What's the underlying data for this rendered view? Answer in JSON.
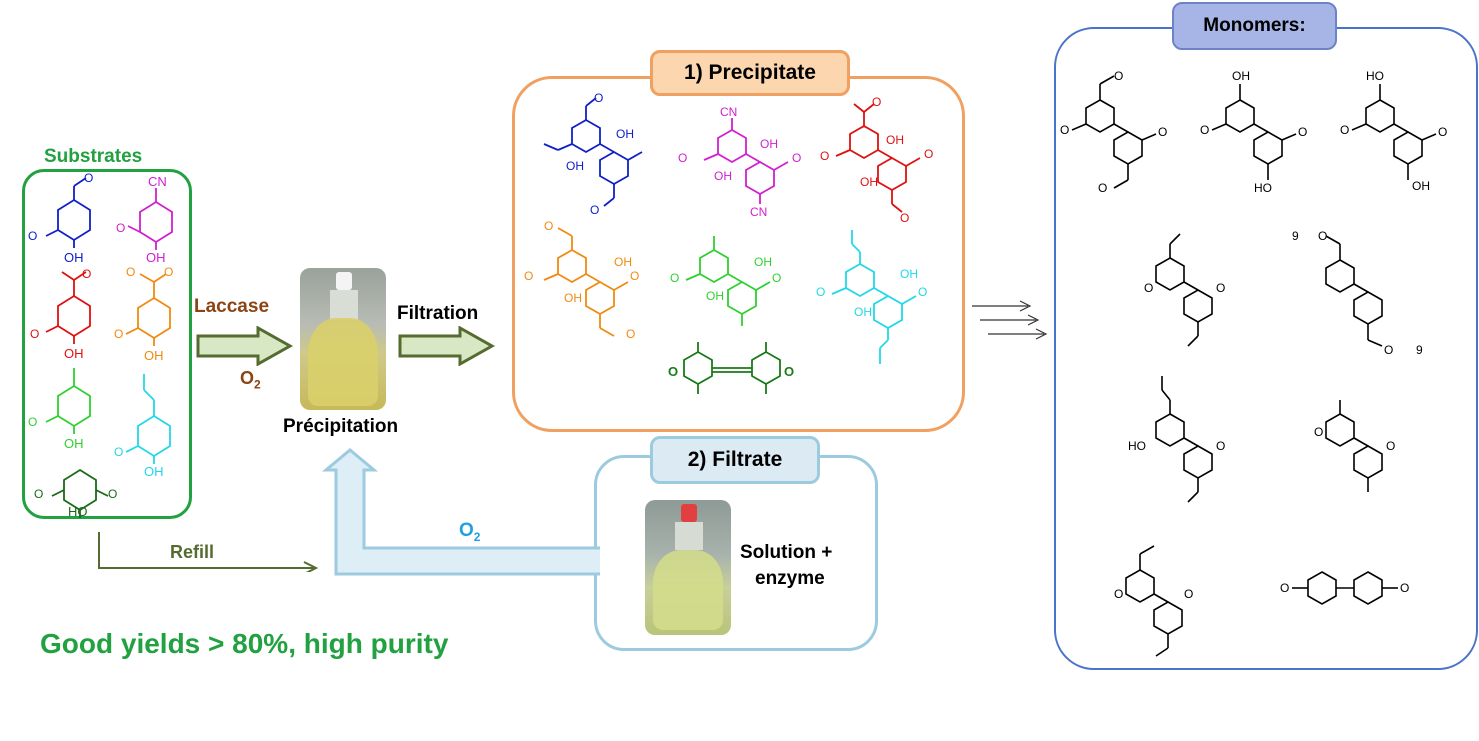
{
  "substrates": {
    "title": "Substrates"
  },
  "enzyme_step": {
    "enzyme": "Laccase",
    "oxidant": "O",
    "oxidant_sub": "2"
  },
  "flask_step": {
    "label": "Précipitation"
  },
  "filtration": {
    "label": "Filtration"
  },
  "precipitate": {
    "title": "1) Precipitate"
  },
  "filtrate": {
    "title": "2) Filtrate",
    "line1": "Solution +",
    "line2": "enzyme",
    "oxidant": "O",
    "oxidant_sub": "2"
  },
  "refill": {
    "label": "Refill"
  },
  "yield_note": {
    "text": "Good yields > 80%, high purity"
  },
  "monomers": {
    "title": "Monomers:"
  },
  "atoms": {
    "oh": "OH",
    "ho": "HO",
    "cn": "CN",
    "o": "O",
    "nine": "9"
  },
  "colors": {
    "green": "#21a140",
    "dark_olive": "#556b2f",
    "orange_box": "#f0a060",
    "blue_box": "#4a74c9",
    "light_blue": "#9ccbe0",
    "brown": "#8b4513",
    "pill_orange": "#fbd6ae",
    "pill_blue": "#dceaf4",
    "pill_lav": "#a7b5e6"
  }
}
